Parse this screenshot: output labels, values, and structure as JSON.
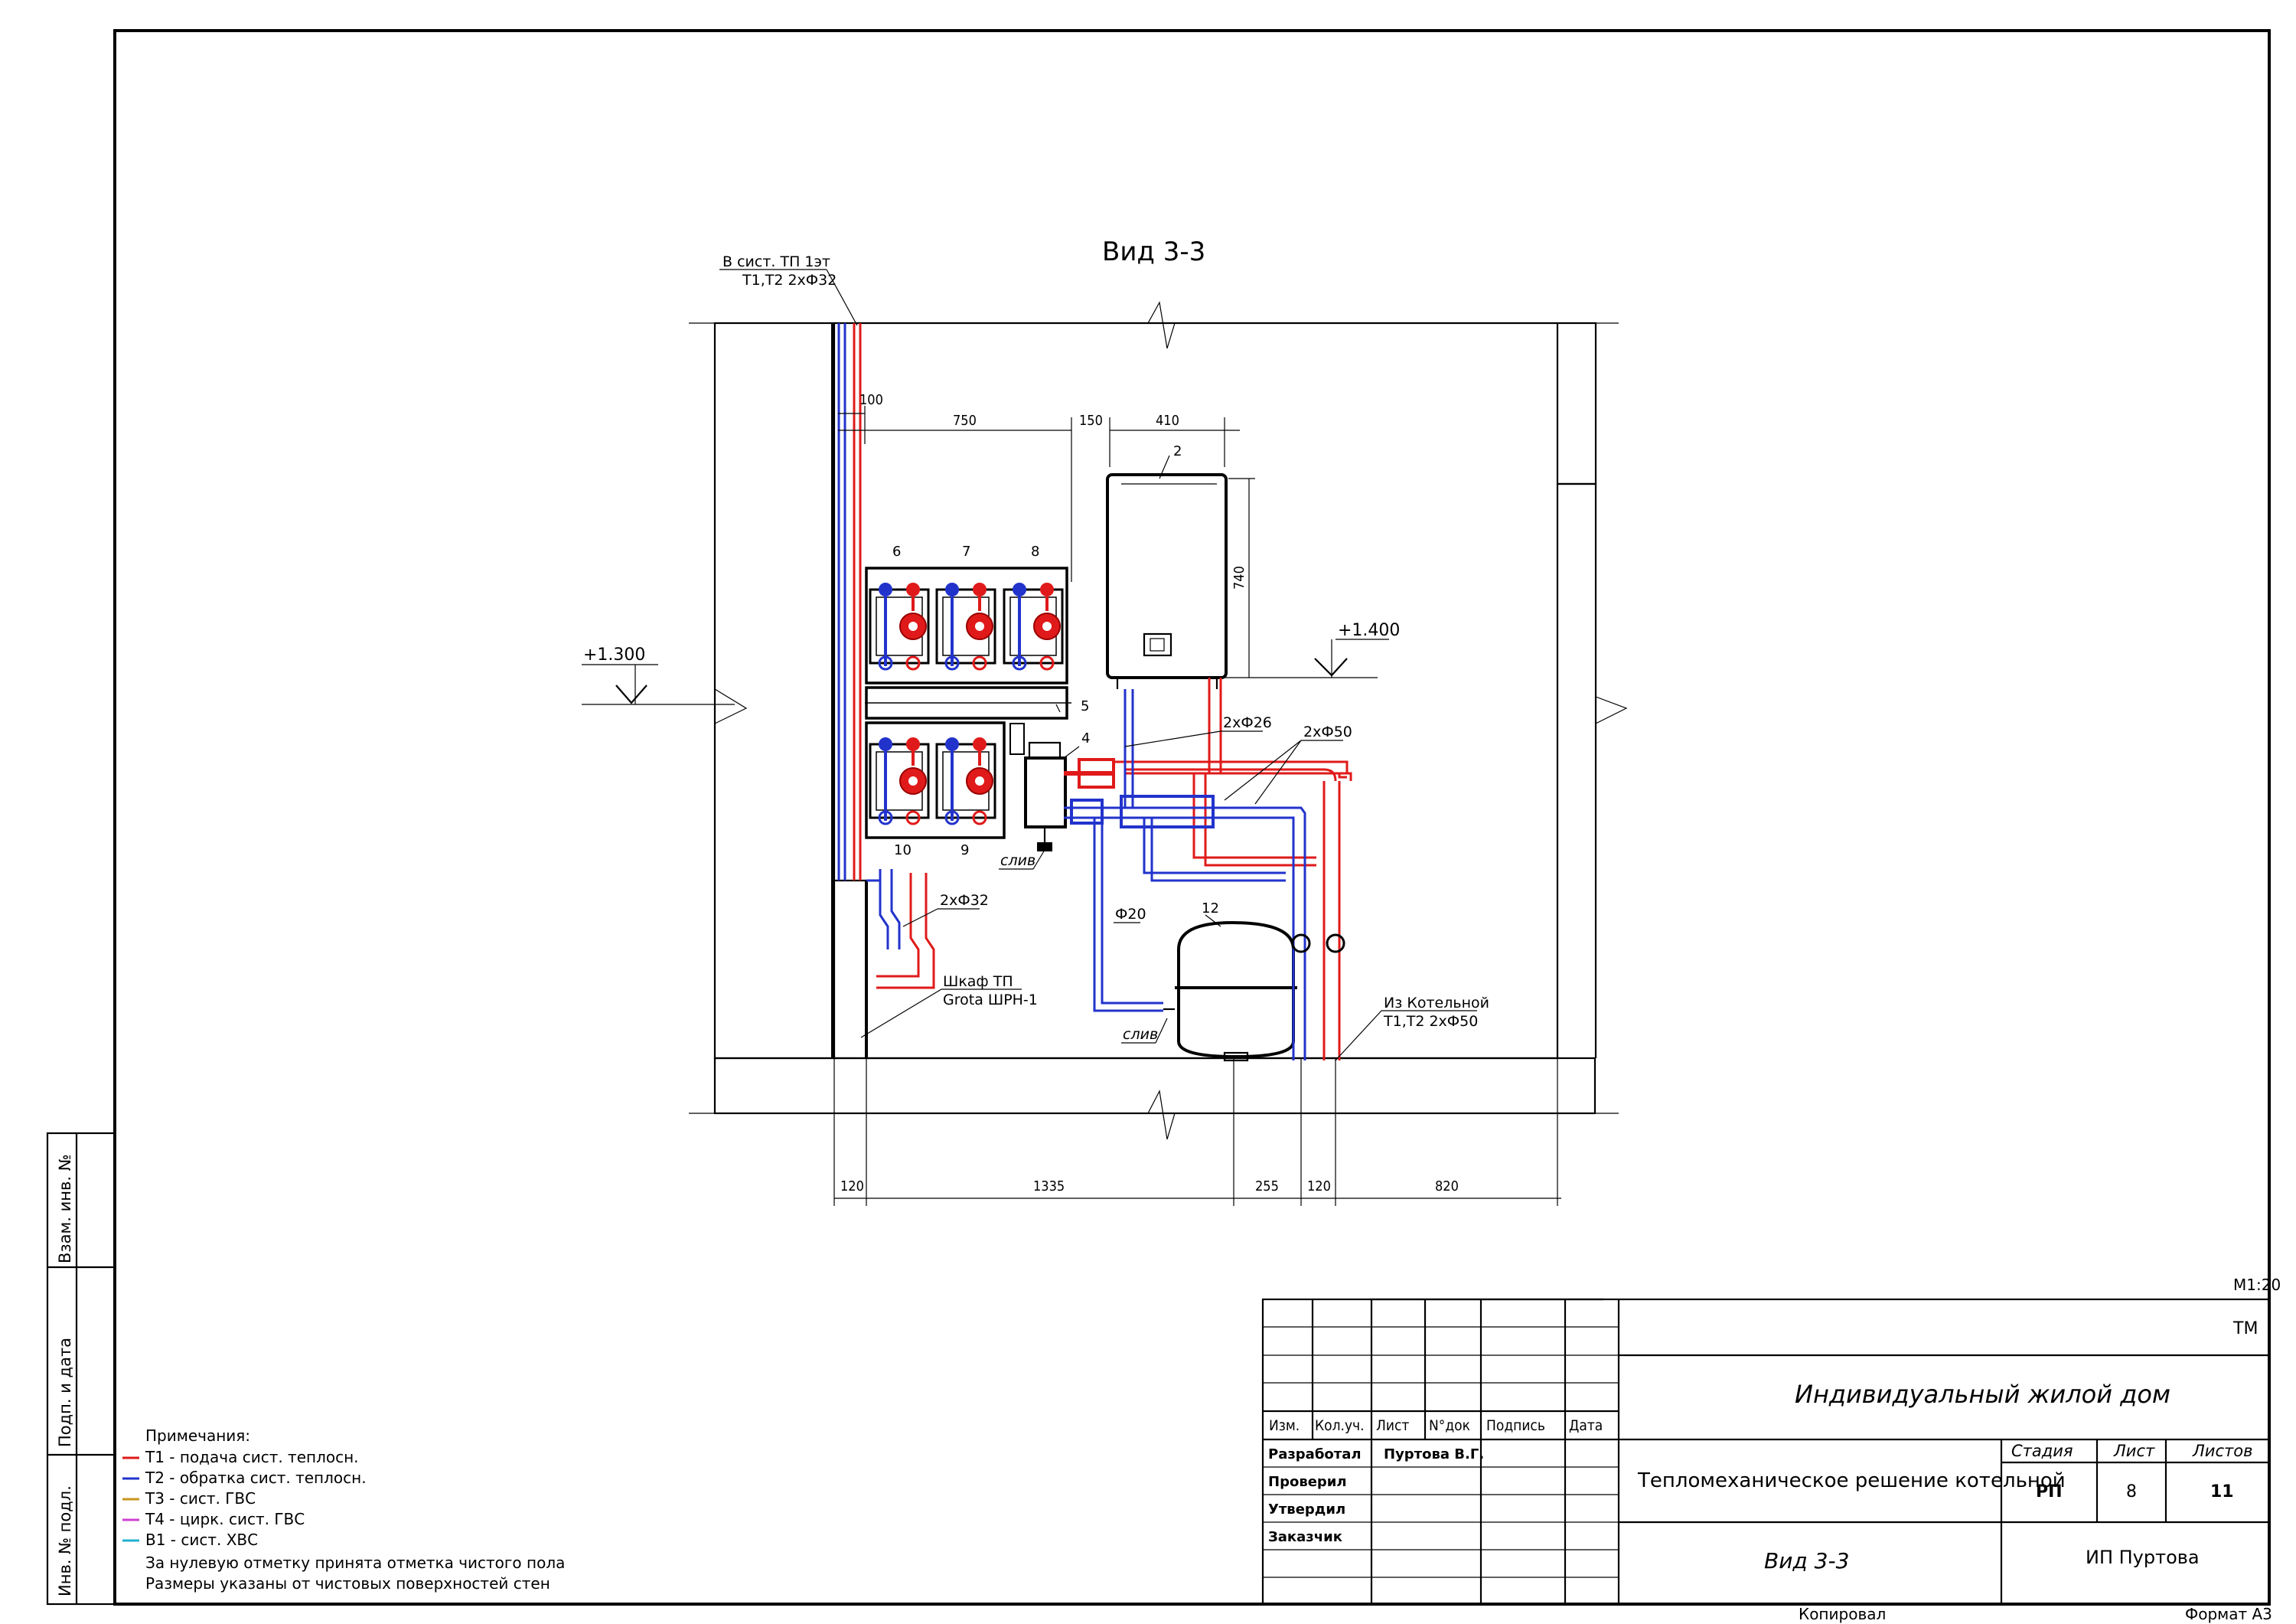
{
  "drawing": {
    "view_title": "Вид 3-3",
    "scale": "М1:20",
    "label_top": {
      "line1": "В сист. ТП 1эт",
      "line2": "Т1,Т2 2хФ32"
    },
    "label_bottom": {
      "line1": "Из Котельной",
      "line2": "Т1,Т2 2хФ50"
    },
    "cabinet_label": {
      "line1": "Шкаф ТП",
      "line2": "Grota ШРН-1"
    },
    "level_left": "+1.300",
    "level_right": "+1.400",
    "pipe_labels": {
      "p26": "2хФ26",
      "p50": "2хФ50",
      "p32": "2хФ32",
      "p20": "Ф20"
    },
    "drain_labels": {
      "drain1": "слив",
      "drain2": "слив"
    },
    "positions": {
      "p2": "2",
      "p4": "4",
      "p5": "5",
      "p6": "6",
      "p7": "7",
      "p8": "8",
      "p9": "9",
      "p10": "10",
      "p12": "12"
    },
    "dims_top": {
      "d100": "100",
      "d750": "750",
      "d150": "150",
      "d410": "410"
    },
    "dim_vertical": "740",
    "dims_bottom": {
      "d120a": "120",
      "d1335": "1335",
      "d255": "255",
      "d120b": "120",
      "d820": "820"
    }
  },
  "notes": {
    "title": "Примечания:",
    "items": [
      {
        "text": "Т1 - подача сист. теплосн.",
        "color": "#e01a1a"
      },
      {
        "text": "Т2 - обратка сист. теплосн.",
        "color": "#2233cc"
      },
      {
        "text": "Т3 - сист. ГВС",
        "color": "#c8961e"
      },
      {
        "text": "Т4 - цирк. сист. ГВС",
        "color": "#d040d0"
      },
      {
        "text": "В1 - сист. ХВС",
        "color": "#20b0d0"
      }
    ],
    "line6": "За нулевую отметку принята отметка чистого пола",
    "line7": "Размеры указаны от чистовых поверхностей стен"
  },
  "side_stamp": {
    "vzam": "Взам. инв. №",
    "podp": "Подп. и дата",
    "inv": "Инв. № подл."
  },
  "title_block": {
    "code": "ТМ",
    "object": "Индивидуальный жилой дом",
    "headers": {
      "izm": "Изм.",
      "kolu": "Кол.уч.",
      "list": "Лист",
      "ndok": "N°док",
      "podpis": "Подпись",
      "data": "Дата"
    },
    "roles": {
      "r1": "Разработал",
      "r2": "Проверил",
      "r3": "Утвердил",
      "r4": "Заказчик"
    },
    "developer_name": "Пуртова В.Г.",
    "section": "Тепломеханическое решение котельной",
    "sheet_name": "Вид 3-3",
    "stage_header": "Стадия",
    "sheet_header": "Лист",
    "sheets_header": "Листов",
    "stage": "РП",
    "sheet": "8",
    "sheets": "11",
    "company": "ИП Пуртова",
    "copied": "Копировал",
    "format": "Формат А3"
  }
}
